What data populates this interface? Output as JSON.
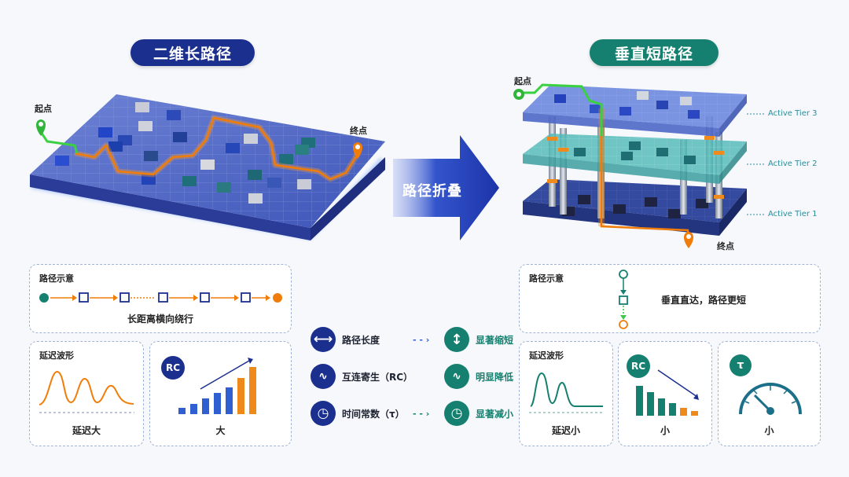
{
  "left": {
    "title": "二维长路径",
    "start_label": "起点",
    "end_label": "终点",
    "path_card": {
      "title": "路径示意",
      "caption": "长距离横向绕行"
    },
    "wave_card": {
      "title": "延迟波形",
      "caption": "延迟大"
    },
    "rc_card": {
      "badge": "RC",
      "caption": "大"
    }
  },
  "center": {
    "arrow_label": "路径折叠"
  },
  "right": {
    "title": "垂直短路径",
    "start_label": "起点",
    "end_label": "终点",
    "tiers": [
      "Active Tier 3",
      "Active Tier 2",
      "Active Tier 1"
    ],
    "path_card": {
      "title": "路径示意",
      "caption": "垂直直达，路径更短"
    },
    "wave_card": {
      "title": "延迟波形",
      "caption": "延迟小"
    },
    "rc_card": {
      "badge": "RC",
      "caption": "小"
    },
    "tau_card": {
      "badge": "τ",
      "caption": "小"
    }
  },
  "comparison": [
    {
      "left": "路径长度",
      "right": "显著缩短"
    },
    {
      "left": "互连寄生（RC）",
      "right": "明显降低"
    },
    {
      "left": "时间常数（τ）",
      "right": "显著减小"
    }
  ],
  "colors": {
    "navy": "#1b2f8f",
    "teal": "#15806f",
    "orange": "#ee8a1c",
    "green": "#3cc84a",
    "blue": "#2f5fd0"
  }
}
